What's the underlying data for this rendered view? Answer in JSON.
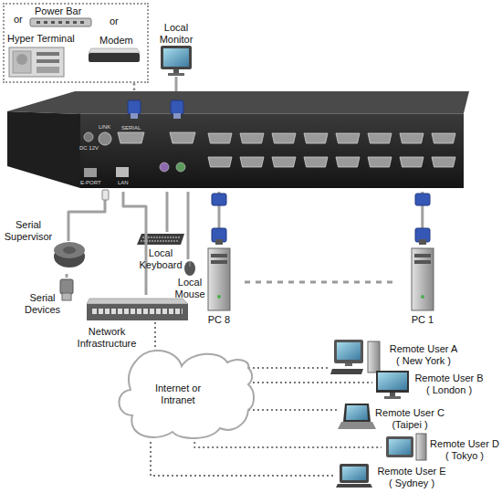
{
  "diagram": {
    "nodes": [
      {
        "text": [
          "or",
          "or"
        ]
      },
      {
        "text": [
          "Power Bar"
        ],
        "in": 0
      },
      {
        "text": [
          "Hyper Terminal"
        ],
        "in": 0
      },
      {
        "text": [
          "Modem"
        ],
        "in": 0
      },
      {
        "text": [
          "Local Monitor"
        ]
      },
      {
        "text": [
          "DC 12V",
          "LINK",
          "SERIAL",
          "LAN",
          "E-PORT"
        ]
      },
      {
        "text": [
          "Serial Supervisor"
        ]
      },
      {
        "text": [
          "Serial Devices"
        ]
      },
      {
        "text": [
          "Network Infrastructure"
        ]
      },
      {
        "text": [
          "Local Keyboard"
        ]
      },
      {
        "text": [
          "Local Mouse"
        ]
      },
      {
        "text": [
          "PC 8"
        ]
      },
      {
        "text": [
          "PC 1"
        ]
      },
      {
        "text": [
          "Internet or Intranet"
        ]
      },
      {
        "text": [
          "Remote User A ( New York )"
        ]
      },
      {
        "text": [
          "Remote User B ( London )"
        ]
      },
      {
        "text": [
          "Remote User C (Taipei )"
        ]
      },
      {
        "text": [
          "Remote User D ( Tokyo )"
        ]
      },
      {
        "text": [
          "Remote User E ( Sydney )"
        ]
      }
    ],
    "edges": [
      {
        "from": 0,
        "to": 5,
        "arrow": "none"
      },
      {
        "from": 4,
        "to": 5,
        "arrow": "none"
      },
      {
        "from": 5,
        "to": 6,
        "arrow": "none"
      },
      {
        "from": 6,
        "to": 7,
        "arrow": "none"
      },
      {
        "from": 5,
        "to": 8,
        "arrow": "none"
      },
      {
        "from": 5,
        "to": 9,
        "arrow": "none"
      },
      {
        "from": 5,
        "to": 10,
        "arrow": "none"
      },
      {
        "from": 5,
        "to": 11,
        "arrow": "none"
      },
      {
        "from": 5,
        "to": 12,
        "arrow": "none"
      },
      {
        "from": 8,
        "to": 13,
        "arrow": "none"
      },
      {
        "from": 13,
        "to": 14,
        "arrow": "none"
      },
      {
        "from": 13,
        "to": 15,
        "arrow": "none"
      },
      {
        "from": 13,
        "to": 16,
        "arrow": "none"
      },
      {
        "from": 13,
        "to": 17,
        "arrow": "none"
      },
      {
        "from": 13,
        "to": 18,
        "arrow": "none"
      }
    ]
  }
}
